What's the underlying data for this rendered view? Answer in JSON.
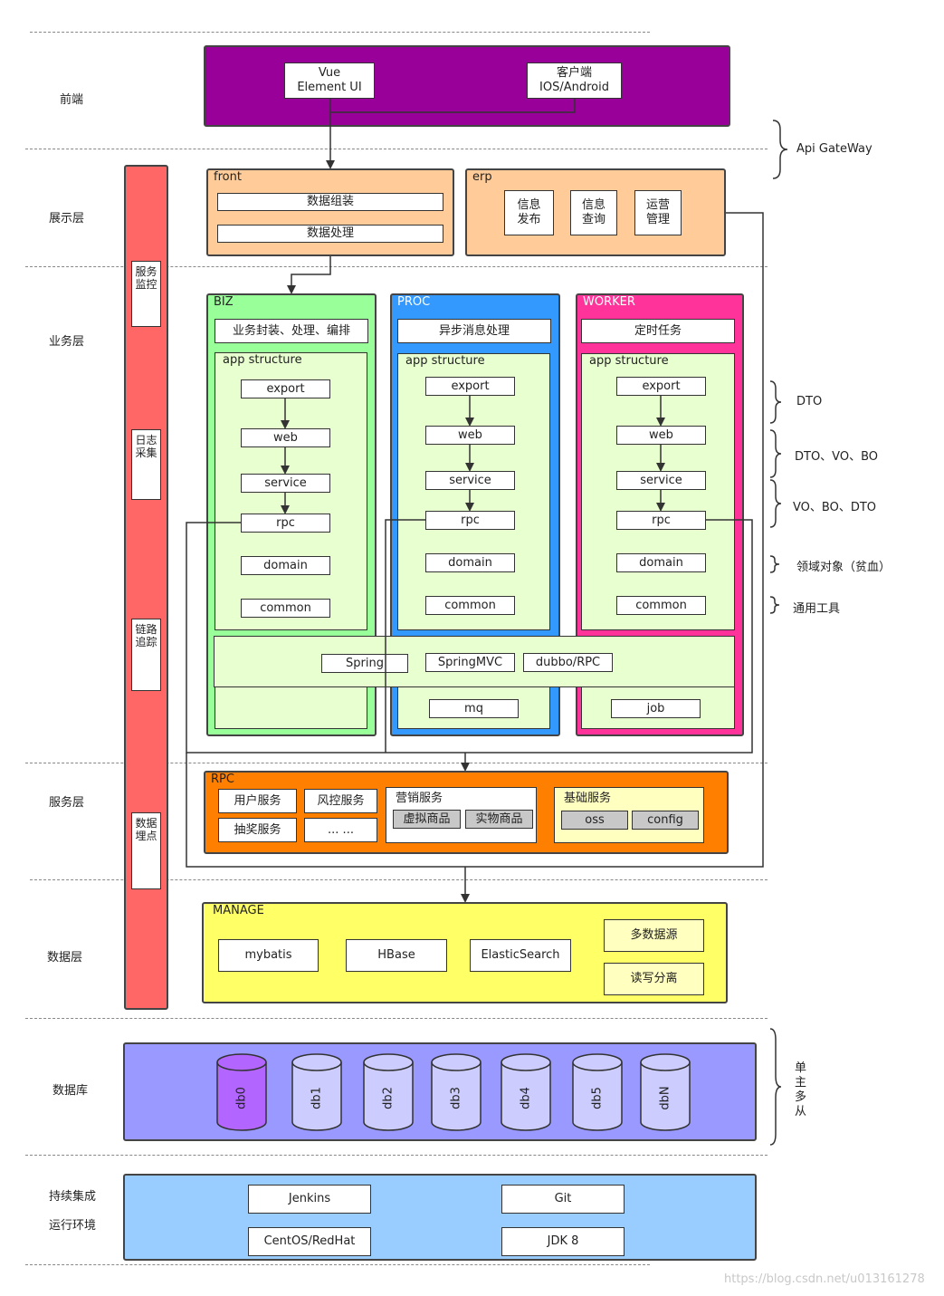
{
  "layers": {
    "frontend": "前端",
    "presentation": "展示层",
    "business": "业务层",
    "service": "服务层",
    "data": "数据层",
    "database": "数据库",
    "ci_line1": "持续集成",
    "ci_line2": "运行环境"
  },
  "frontend": {
    "vue": "Vue\nElement UI",
    "client": "客户端\nIOS/Android"
  },
  "gateway_note": "Api GateWay",
  "front": {
    "title": "front",
    "items": [
      "数据组装",
      "数据处理"
    ]
  },
  "erp": {
    "title": "erp",
    "items": [
      "信息\n发布",
      "信息\n查询",
      "运营\n管理"
    ]
  },
  "monitor": [
    "服务监控",
    "日志采集",
    "链路追踪",
    "数据埋点"
  ],
  "biz": {
    "title": "BIZ",
    "header": "业务封装、处理、编排"
  },
  "proc": {
    "title": "PROC",
    "header": "异步消息处理",
    "extra": "mq"
  },
  "worker": {
    "title": "WORKER",
    "header": "定时任务",
    "extra": "job"
  },
  "app_structure": {
    "title": "app structure",
    "layers": [
      "export",
      "web",
      "service",
      "rpc",
      "domain",
      "common"
    ]
  },
  "frameworks": [
    "Spring",
    "SpringMVC",
    "dubbo/RPC"
  ],
  "notes": {
    "dto": "DTO",
    "dto_vo_bo": "DTO、VO、BO",
    "vo_bo_dto": "VO、BO、DTO",
    "domain_obj": "领域对象（贫血）",
    "common_tools": "通用工具"
  },
  "rpc": {
    "title": "RPC",
    "items": [
      "用户服务",
      "风控服务",
      "抽奖服务",
      "... ..."
    ],
    "marketing": {
      "title": "营销服务",
      "items": [
        "虚拟商品",
        "实物商品"
      ]
    },
    "basic": {
      "title": "基础服务",
      "items": [
        "oss",
        "config"
      ]
    }
  },
  "manage": {
    "title": "MANAGE",
    "items": [
      "mybatis",
      "HBase",
      "ElasticSearch"
    ],
    "right": [
      "多数据源",
      "读写分离"
    ]
  },
  "databases": [
    "db0",
    "db1",
    "db2",
    "db3",
    "db4",
    "db5",
    "dbN"
  ],
  "db_note": "单主多从",
  "ci": {
    "items": [
      "Jenkins",
      "Git",
      "CentOS/RedHat",
      "JDK 8"
    ]
  },
  "watermark": "https://blog.csdn.net/u013161278",
  "colors": {
    "frontend": "#990099",
    "front": "#ffcc99",
    "monitor": "#ff6666",
    "biz": "#99ff99",
    "proc": "#3399ff",
    "worker": "#ff3399",
    "inner": "#e8ffd0",
    "rpc": "#ff8000",
    "manage": "#ffff66",
    "database": "#9999ff",
    "db0": "#b266ff",
    "db": "#ccccff",
    "ci": "#99ccff"
  }
}
